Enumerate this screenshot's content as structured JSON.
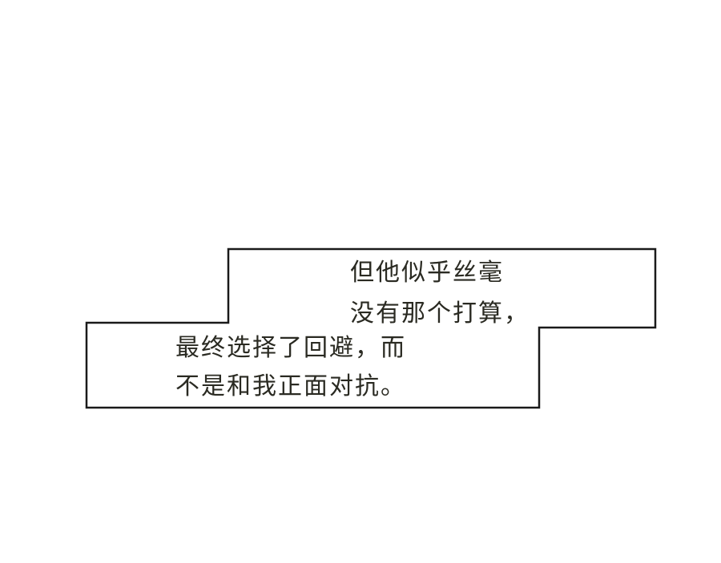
{
  "caption": {
    "lines": [
      "但他似乎丝毫",
      "没有那个打算，",
      "最终选择了回避，而",
      "不是和我正面对抗。"
    ]
  },
  "colors": {
    "background": "#ffffff",
    "border": "#1a1a1a",
    "text": "#2a2a22"
  }
}
